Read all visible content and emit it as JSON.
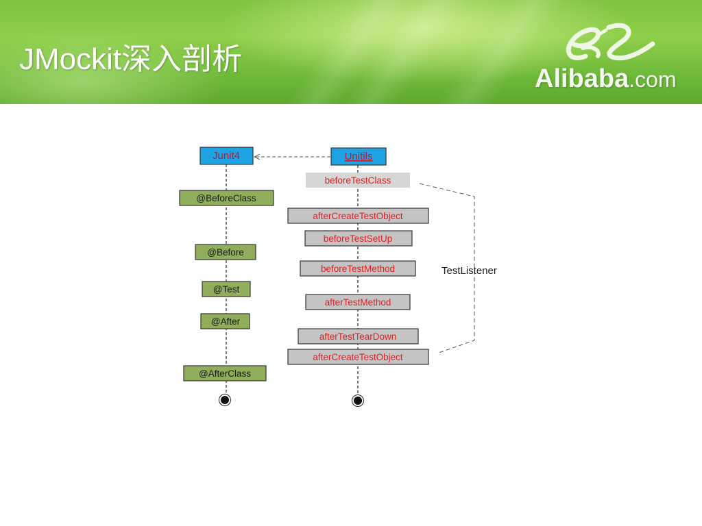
{
  "slide": {
    "title": "JMockit深入剖析",
    "logo_label": "Alibaba.com",
    "logo_word": "Alibaba",
    "logo_suffix": ".com"
  },
  "colors": {
    "header_green": "#7fc33f",
    "header_box": "#1ea4e4",
    "junit_box": "#8fad5a",
    "unitils_box": "#c4c4c4",
    "red_text": "#e02020"
  },
  "diagram": {
    "junit_header": "Junit4",
    "unitils_header": "Unitils",
    "junit_steps": [
      "@BeforeClass",
      "@Before",
      "@Test",
      "@After",
      "@AfterClass"
    ],
    "unitils_steps": [
      "beforeTestClass",
      "afterCreateTestObject",
      "beforeTestSetUp",
      "beforeTestMethod",
      "afterTestMethod",
      "afterTestTearDown",
      "afterCreateTestObject"
    ],
    "listener_label": "TestListener"
  }
}
